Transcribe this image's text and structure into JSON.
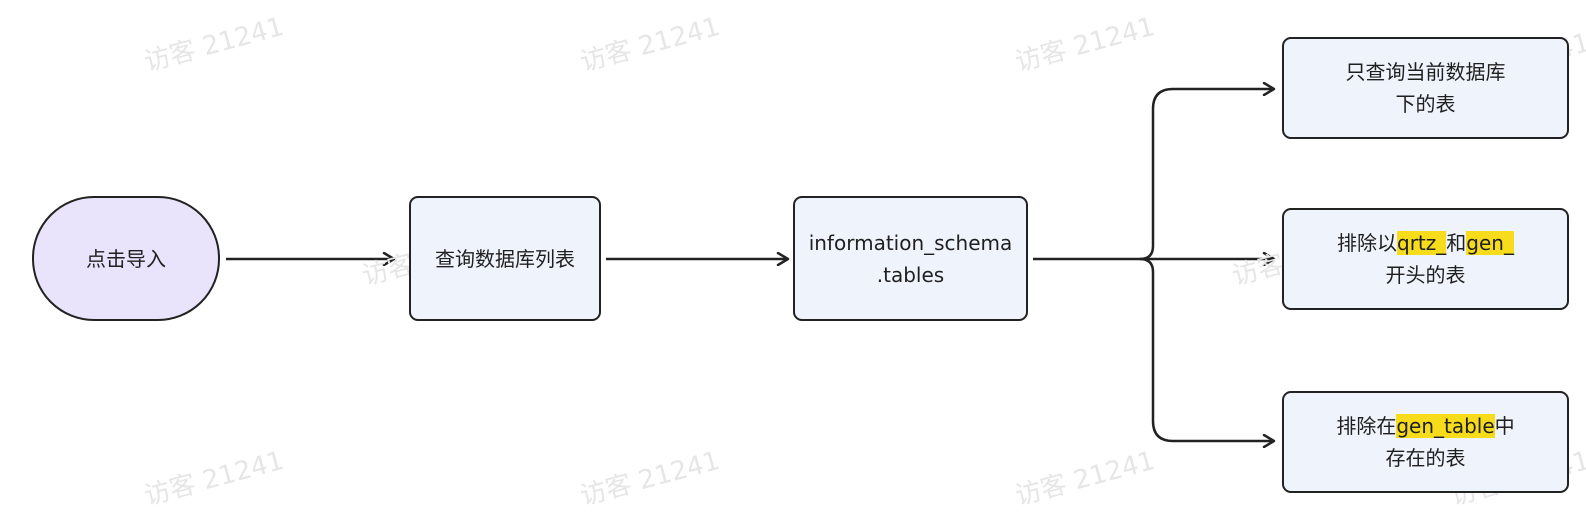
{
  "colors": {
    "start_fill": "#e9e3fb",
    "process_fill": "#eef3fc",
    "stroke": "#222222",
    "highlight": "#f7dc1c",
    "watermark": "#e6e6e6"
  },
  "watermark": "访客 21241",
  "nodes": {
    "start": {
      "label": "点击导入"
    },
    "query": {
      "label": "查询数据库列表"
    },
    "schema": {
      "line1": "information_schema",
      "line2": ".tables"
    },
    "filter1": {
      "line1": "只查询当前数据库",
      "line2": "下的表"
    },
    "filter2": {
      "prefix": "排除以",
      "hl1": "qrtz_",
      "middle": "和",
      "hl2": "gen_",
      "line2": "开头的表"
    },
    "filter3": {
      "prefix": "排除在",
      "hl": "gen_table",
      "suffix": "中",
      "line2": "存在的表"
    }
  }
}
